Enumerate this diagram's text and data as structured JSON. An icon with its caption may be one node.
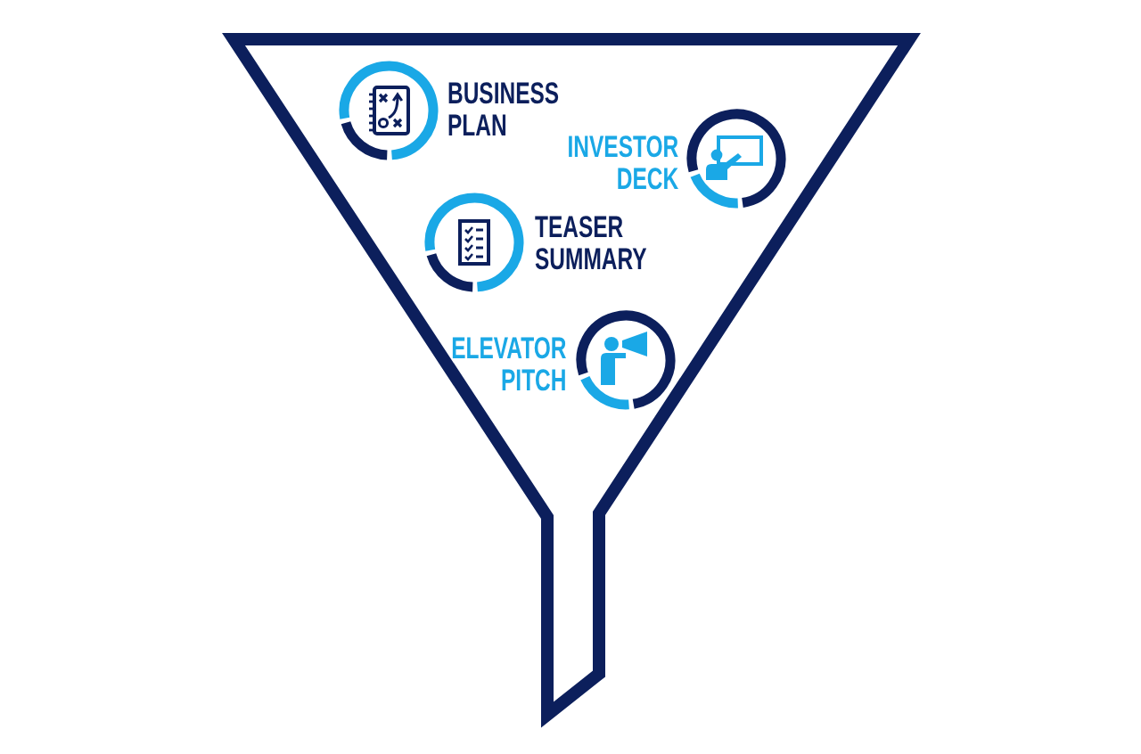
{
  "diagram": {
    "nodes": [
      {
        "text": [],
        "shape": "funnel"
      },
      {
        "text": [
          "BUSINESS PLAN"
        ],
        "in": 0
      },
      {
        "text": [
          "INVESTOR DECK"
        ],
        "in": 0
      },
      {
        "text": [
          "TEASER SUMMARY"
        ],
        "in": 0
      },
      {
        "text": [
          "ELEVATOR PITCH"
        ],
        "in": 0
      }
    ]
  }
}
